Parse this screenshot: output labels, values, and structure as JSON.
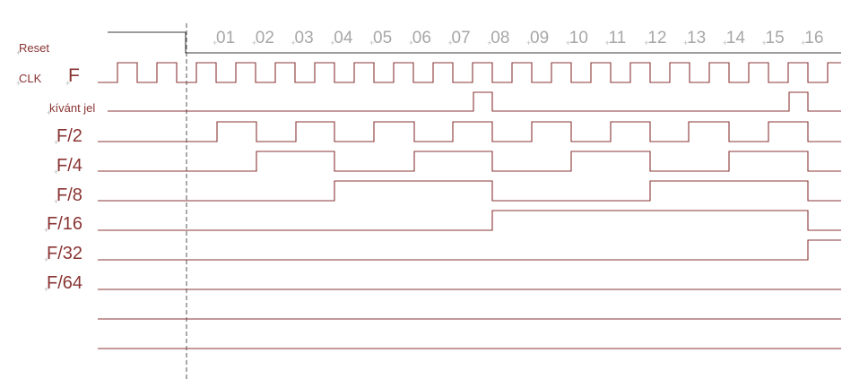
{
  "colors": {
    "wave": "#8a3434",
    "cycle_label": "#a7a7a7",
    "marker": "#b9b9b9",
    "reset_marker": "#707070",
    "reset_line": "#3a3a3a"
  },
  "cycles": [
    "01",
    "02",
    "03",
    "04",
    "05",
    "06",
    "07",
    "08",
    "09",
    "10",
    "11",
    "12",
    "13",
    "14",
    "15",
    "16"
  ],
  "signals": [
    {
      "key": "reset",
      "label": "Reset",
      "extra_label": ""
    },
    {
      "key": "clk",
      "label": "CLK",
      "extra_label": "F"
    },
    {
      "key": "kivant",
      "label": "kívánt jel",
      "extra_label": ""
    },
    {
      "key": "f2",
      "label": "F/2",
      "extra_label": ""
    },
    {
      "key": "f4",
      "label": "F/4",
      "extra_label": ""
    },
    {
      "key": "f8",
      "label": "F/8",
      "extra_label": ""
    },
    {
      "key": "f16",
      "label": "F/16",
      "extra_label": ""
    },
    {
      "key": "f32",
      "label": "F/32",
      "extra_label": ""
    },
    {
      "key": "f64",
      "label": "F/64",
      "extra_label": ""
    },
    {
      "key": "blank1",
      "label": "",
      "extra_label": ""
    },
    {
      "key": "blank2",
      "label": "",
      "extra_label": ""
    }
  ]
}
